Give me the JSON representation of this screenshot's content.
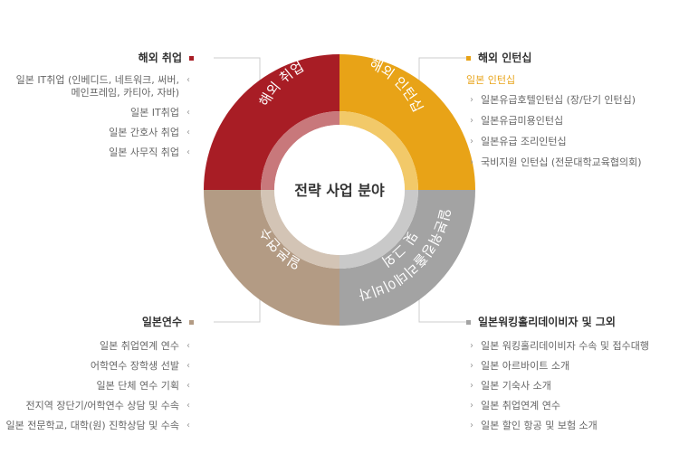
{
  "center": {
    "label": "전략 사업 분야"
  },
  "segments": [
    {
      "id": "tl",
      "label": "해외 취업",
      "color": "#a81d25",
      "inner_color": "#c8787b"
    },
    {
      "id": "tr",
      "label": "해외 인턴십",
      "color": "#e8a317",
      "inner_color": "#f2c969"
    },
    {
      "id": "br",
      "label_lines": [
        "일본워킹홀리데이비자",
        "및 그외"
      ],
      "color": "#a3a3a3",
      "inner_color": "#c9c9c9"
    },
    {
      "id": "bl",
      "label": "일본연수",
      "color": "#b39b84",
      "inner_color": "#d3c4b5"
    }
  ],
  "blocks": {
    "tl": {
      "title": "해외 취업",
      "color": "#a81d25",
      "items": [
        "일본 IT취업 (인베디드, 네트워크, 써버,\n메인프레임, 카티아, 자바)",
        "일본 IT취업",
        "일본 간호사 취업",
        "일본 사무직 취업"
      ]
    },
    "tr": {
      "title": "해외 인턴십",
      "color": "#e8a317",
      "sub": "일본 인턴십",
      "items": [
        "일본유급호텔인턴십 (장/단기 인턴십)",
        "일본유급미용인턴십",
        "일본유급 조리인턴십",
        "국비지원 인턴십 (전문대학교육협의회)"
      ]
    },
    "bl": {
      "title": "일본연수",
      "color": "#b39b84",
      "items": [
        "일본 취업연계 연수",
        "어학연수 장학생 선발",
        "일본 단체 연수 기획",
        "전지역 장단기/어학연수 상담 및 수속",
        "일본 전문학교, 대학(원) 진학상담 및 수속"
      ]
    },
    "br": {
      "title": "일본워킹홀리데이비자 및 그외",
      "color": "#a3a3a3",
      "items": [
        "일본 워킹홀리데이비자 수속 및 접수대행",
        "일본 아르바이트 소개",
        "일본 기숙사 소개",
        "일본 취업연계 연수",
        "일본 할인 항공 및 보험 소개"
      ]
    }
  },
  "icons": {
    "bullet": "chevron-icon",
    "marker": "square-marker-icon"
  }
}
